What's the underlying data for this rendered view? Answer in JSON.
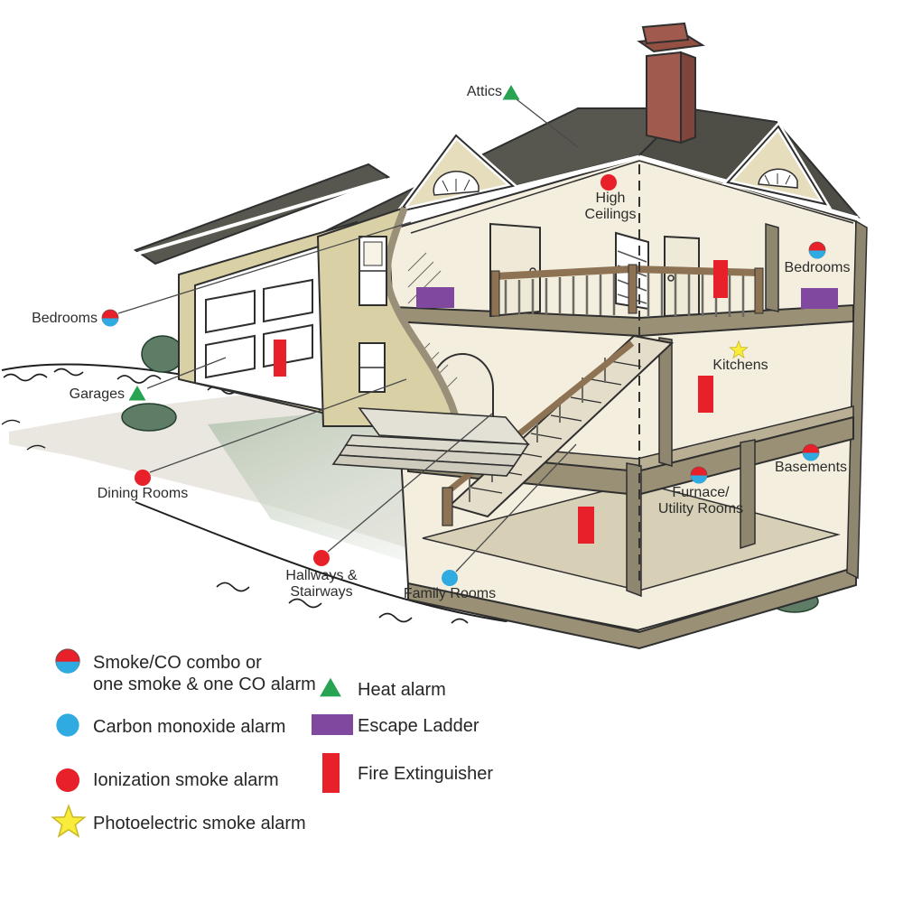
{
  "house_labels": {
    "attics": {
      "text": "Attics",
      "marker": "heat-alarm"
    },
    "high_ceilings": {
      "line1": "High",
      "line2": "Ceilings",
      "marker": "ionization-smoke-alarm"
    },
    "bedrooms_left": {
      "text": "Bedrooms",
      "marker": "smoke-co-combo"
    },
    "bedrooms_right": {
      "text": "Bedrooms",
      "marker": "smoke-co-combo"
    },
    "garages": {
      "text": "Garages",
      "marker": "heat-alarm"
    },
    "kitchens": {
      "text": "Kitchens",
      "marker": "photoelectric-smoke-alarm"
    },
    "dining_rooms": {
      "text": "Dining Rooms",
      "marker": "ionization-smoke-alarm"
    },
    "hallways_stairways": {
      "line1": "Hallways &",
      "line2": "Stairways",
      "marker": "ionization-smoke-alarm"
    },
    "family_rooms": {
      "text": "Family Rooms",
      "marker": "carbon-monoxide-alarm"
    },
    "basements": {
      "text": "Basements",
      "marker": "smoke-co-combo"
    },
    "furnace_utility_rooms": {
      "line1": "Furnace/",
      "line2": "Utility Rooms",
      "marker": "smoke-co-combo"
    }
  },
  "legend": {
    "smoke_co_combo": {
      "line1": "Smoke/CO combo or",
      "line2": "one smoke & one CO alarm"
    },
    "carbon_monoxide": {
      "text": "Carbon monoxide alarm"
    },
    "ionization": {
      "text": "Ionization smoke alarm"
    },
    "photoelectric": {
      "text": "Photoelectric smoke alarm"
    },
    "heat": {
      "text": "Heat alarm"
    },
    "escape_ladder": {
      "text": "Escape Ladder"
    },
    "fire_extinguisher": {
      "text": "Fire Extinguisher"
    }
  },
  "colors": {
    "alarm_red": "#e7202a",
    "co_blue": "#2fabe1",
    "heat_green": "#28a352",
    "photoelectric_yellow": "#f9ec3b",
    "ladder_purple": "#8148a0",
    "roof_gray": "#57574f",
    "wall_tan": "#d9d1a5",
    "interior_cream": "#f3eede",
    "structure_brown": "#998f79",
    "chimney_brick": "#a05a4e",
    "text": "#2c2c2c"
  }
}
